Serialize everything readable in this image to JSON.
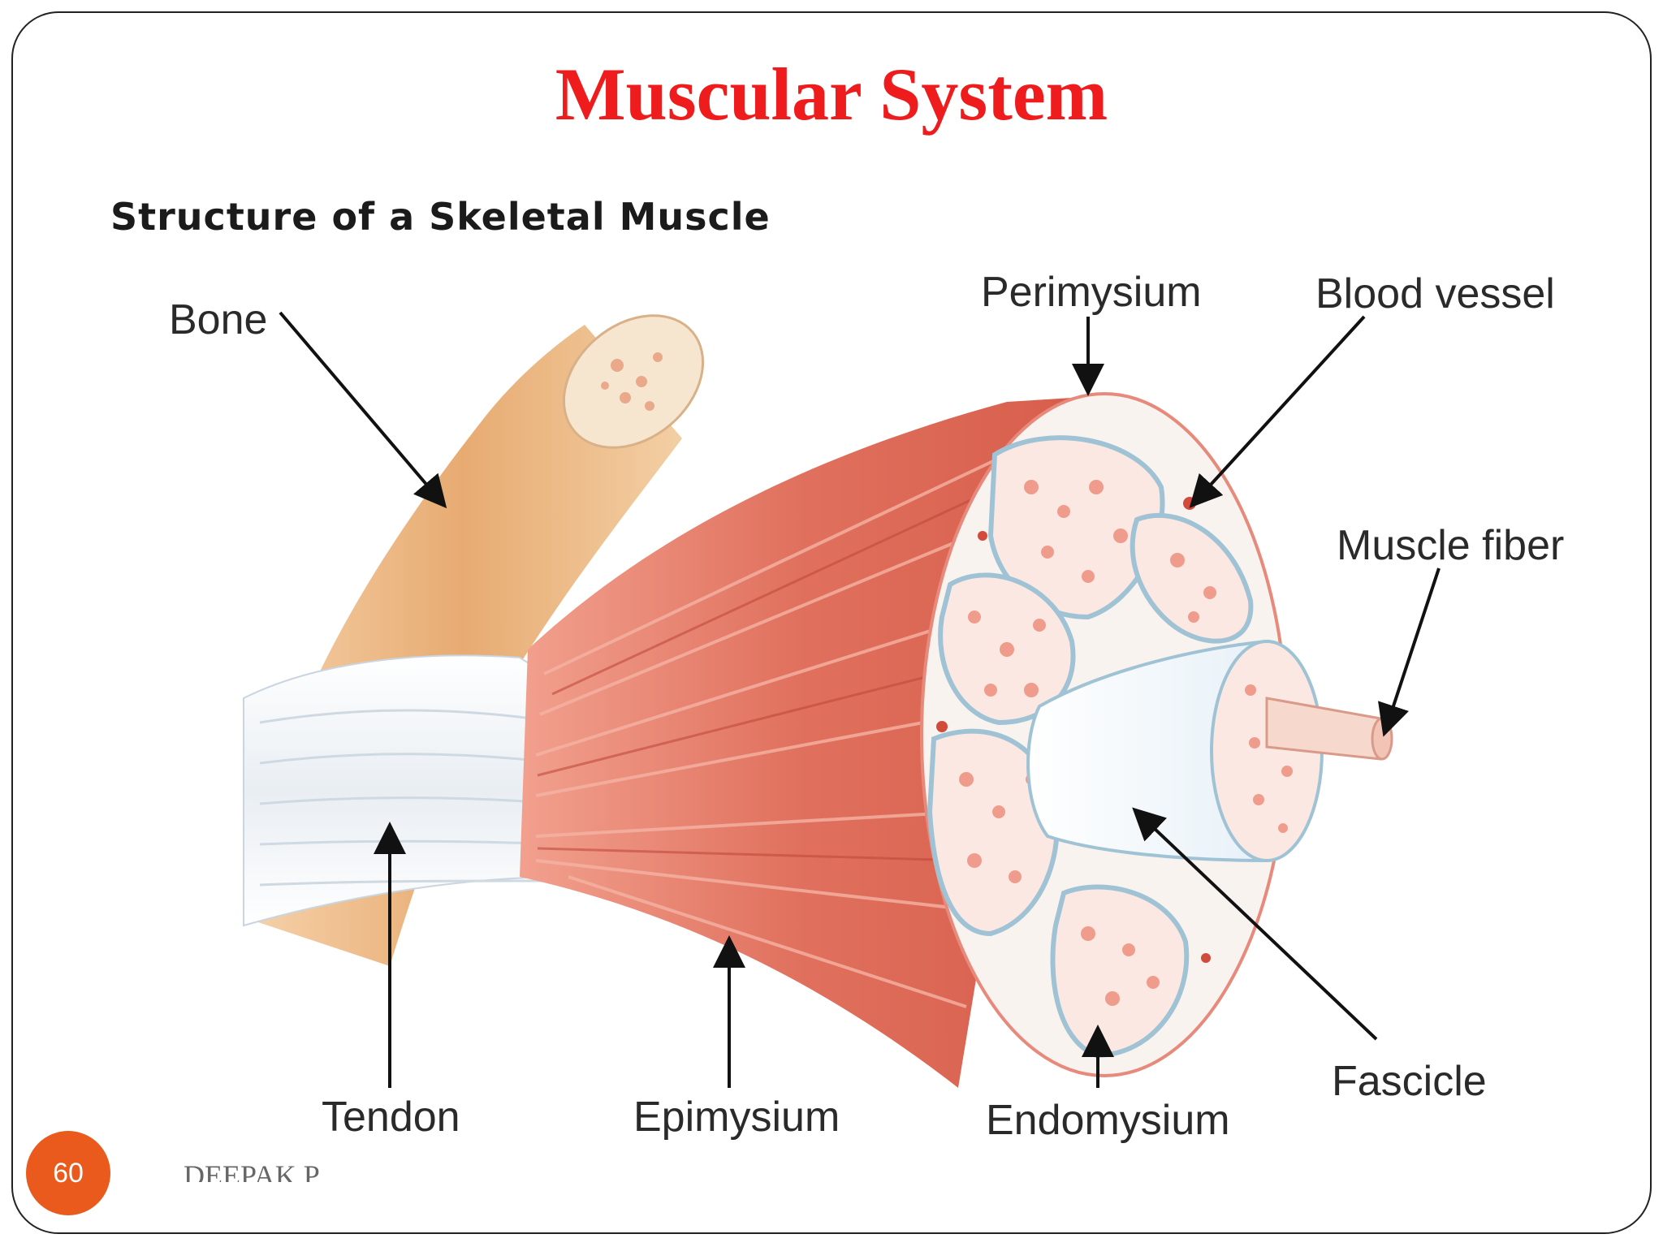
{
  "slide": {
    "title": "Muscular System",
    "page_number": "60",
    "author": "DEEPAK.P"
  },
  "figure": {
    "title": "Structure of a Skeletal Muscle",
    "labels": {
      "bone": "Bone",
      "perimysium": "Perimysium",
      "blood_vessel": "Blood vessel",
      "muscle_fiber": "Muscle fiber",
      "tendon": "Tendon",
      "epimysium": "Epimysium",
      "endomysium": "Endomysium",
      "fascicle": "Fascicle"
    }
  },
  "colors": {
    "title": "#ee1c1c",
    "muscle": "#e0715e",
    "bone": "#e9b27c",
    "tendon": "#eef2f6",
    "badge": "#ea5a1c"
  }
}
